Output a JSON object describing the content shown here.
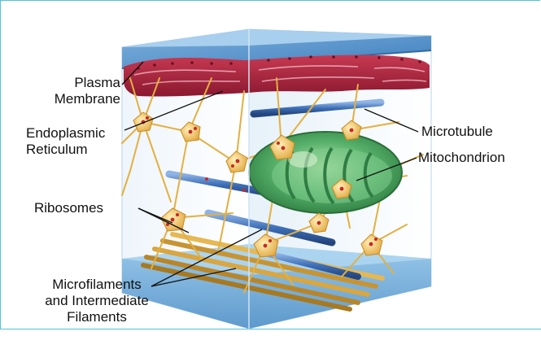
{
  "labels": {
    "plasma_membrane": [
      "Plasma",
      "Membrane"
    ],
    "endoplasmic_reticulum": [
      "Endoplasmic",
      "Reticulum"
    ],
    "ribosomes": "Ribosomes",
    "microfilaments": [
      "Microfilaments",
      "and Intermediate",
      "Filaments"
    ],
    "microtubule": "Microtubule",
    "mitochondrion": "Mitochondrion"
  },
  "colors": {
    "frame": "#4fc3d9",
    "membrane_blue": "#4f8fc6",
    "er_red": "#a5223a",
    "microtubule_blue": "#3e6fb7",
    "mitochondrion_green": "#3c9a52",
    "filament_yellow": "#e3b040",
    "ribosome_red": "#c62828"
  }
}
